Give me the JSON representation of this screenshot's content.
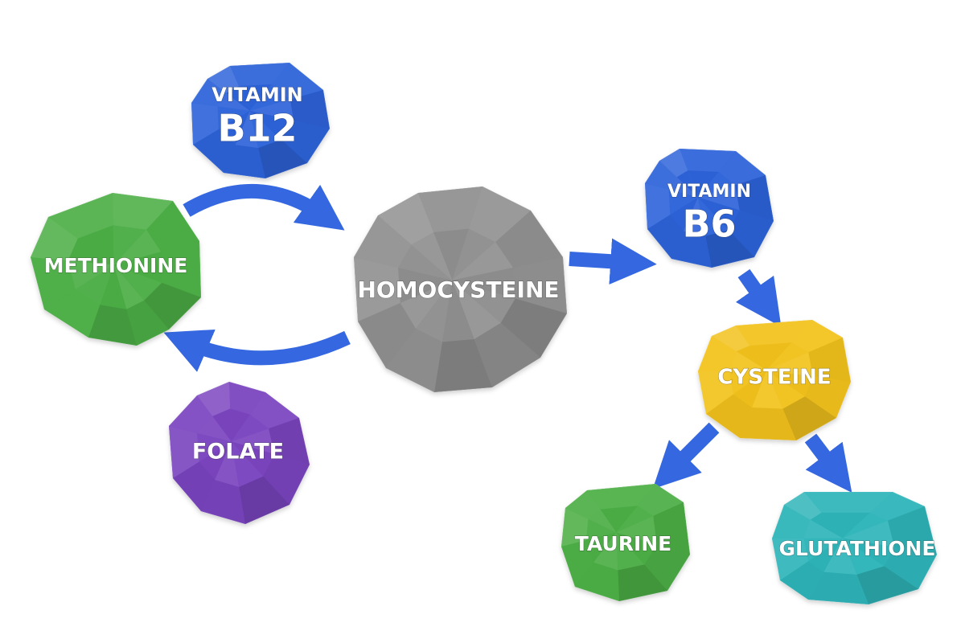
{
  "diagram": {
    "colors": {
      "blue": "#2d63d9",
      "green": "#4cae45",
      "gray": "#8f8f8f",
      "purple": "#7a44bf",
      "yellow": "#f2c21c",
      "teal": "#2eb5b9",
      "arrow": "#3568e0"
    },
    "nodes": {
      "vitamin_b12": {
        "line1": "VITAMIN",
        "line2": "B12"
      },
      "methionine": {
        "label": "METHIONINE"
      },
      "homocysteine": {
        "label": "HOMOCYSTEINE"
      },
      "folate": {
        "label": "FOLATE"
      },
      "vitamin_b6": {
        "line1": "VITAMIN",
        "line2": "B6"
      },
      "cysteine": {
        "label": "CYSTEINE"
      },
      "taurine": {
        "label": "TAURINE"
      },
      "glutathione": {
        "label": "GLUTATHIONE"
      }
    }
  }
}
